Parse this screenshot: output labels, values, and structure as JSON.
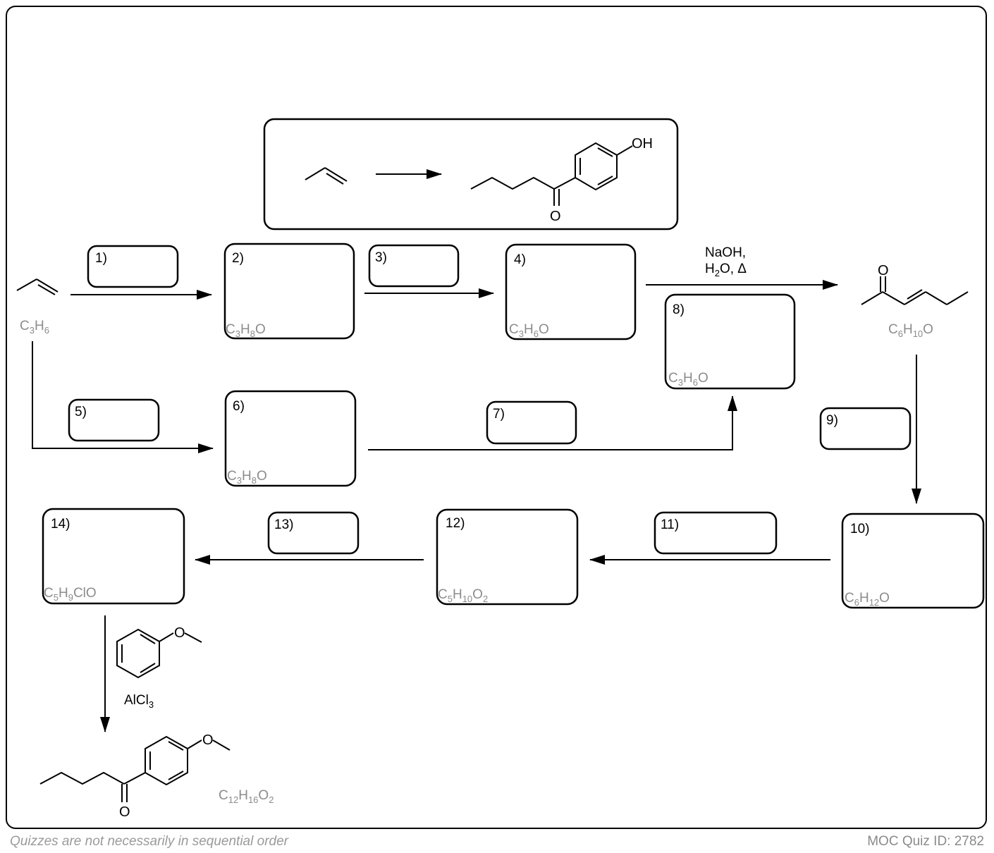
{
  "colors": {
    "ink": "#000000",
    "formula": "#8c8c8c",
    "footer": "#9a9a9a"
  },
  "target": {
    "oh_label": "OH",
    "o_label": "O"
  },
  "start": {
    "formula": "C3H6"
  },
  "reagents_steps": {
    "s1": "1)",
    "s3": "3)",
    "s5": "5)",
    "s7": "7)",
    "s9": "9)",
    "s11": "11)",
    "s13": "13)"
  },
  "intermediates": {
    "i2": {
      "num": "2)",
      "formula": "C3H8O"
    },
    "i4": {
      "num": "4)",
      "formula": "C3H6O"
    },
    "i6": {
      "num": "6)",
      "formula": "C3H8O"
    },
    "i8": {
      "num": "8)",
      "formula": "C3H6O"
    },
    "i10": {
      "num": "10)",
      "formula": "C6H12O"
    },
    "i12": {
      "num": "12)",
      "formula": "C5H10O2"
    },
    "i14": {
      "num": "14)",
      "formula": "C5H9ClO"
    }
  },
  "aldol": {
    "line1": "NaOH,",
    "line2": "H2O, Δ"
  },
  "enone": {
    "formula": "C6H10O",
    "o_label": "O"
  },
  "fc": {
    "reagent": "AlCl3",
    "o_label": "O"
  },
  "product": {
    "formula": "C12H16O2",
    "o_label": "O",
    "ketone_o": "O"
  },
  "footer": {
    "left": "Quizzes are not necessarily in sequential order",
    "right": "MOC Quiz ID: 2782"
  }
}
